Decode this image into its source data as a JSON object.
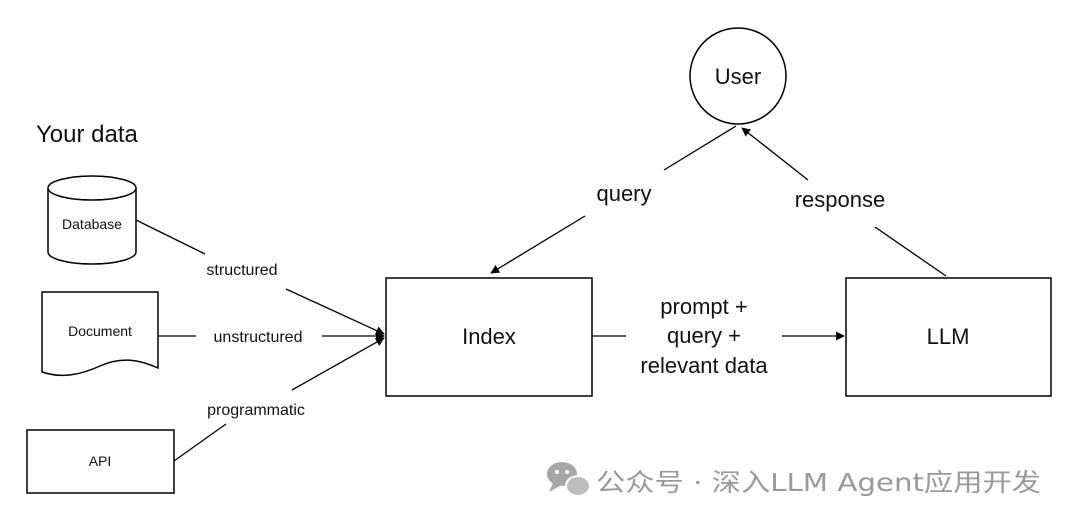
{
  "heading": "Your data",
  "sources": {
    "database": "Database",
    "document": "Document",
    "api": "API"
  },
  "edges": {
    "structured": "structured",
    "unstructured": "unstructured",
    "programmatic": "programmatic",
    "query": "query",
    "response": "response",
    "prompt_line1": "prompt +",
    "prompt_line2": "query +",
    "prompt_line3": "relevant data"
  },
  "nodes": {
    "index": "Index",
    "llm": "LLM",
    "user": "User"
  },
  "watermark": "公众号 · 深入LLM Agent应用开发",
  "colors": {
    "stroke": "#000000",
    "text": "#111111",
    "watermark": "#9a9a9a"
  }
}
